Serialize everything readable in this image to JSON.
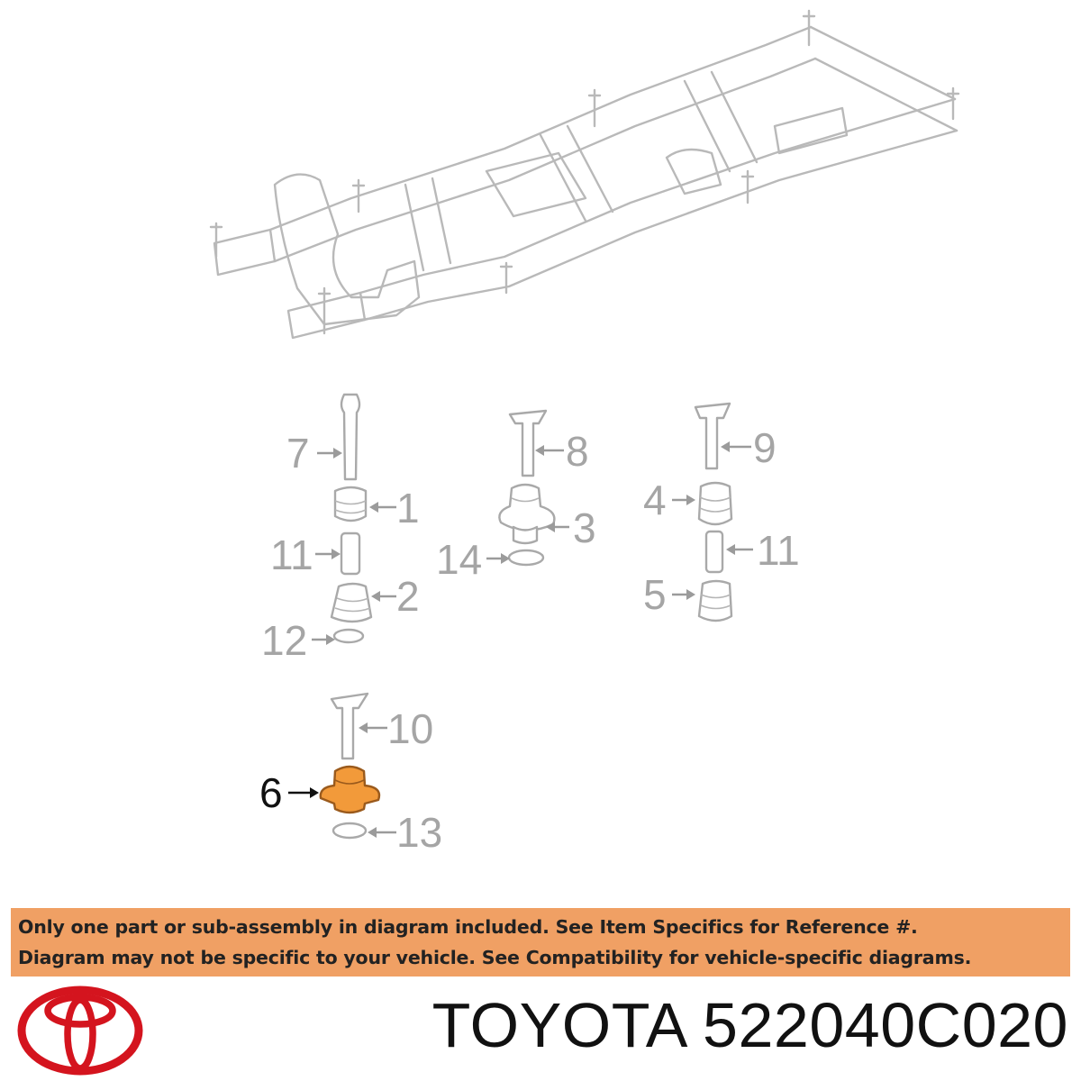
{
  "diagram": {
    "callouts": [
      {
        "id": "1",
        "label": "1"
      },
      {
        "id": "2",
        "label": "2"
      },
      {
        "id": "3",
        "label": "3"
      },
      {
        "id": "4",
        "label": "4"
      },
      {
        "id": "5",
        "label": "5"
      },
      {
        "id": "6",
        "label": "6",
        "highlighted": true
      },
      {
        "id": "7",
        "label": "7"
      },
      {
        "id": "8",
        "label": "8"
      },
      {
        "id": "9",
        "label": "9"
      },
      {
        "id": "10",
        "label": "10"
      },
      {
        "id": "11a",
        "label": "11"
      },
      {
        "id": "11b",
        "label": "11"
      },
      {
        "id": "12",
        "label": "12"
      },
      {
        "id": "13",
        "label": "13"
      },
      {
        "id": "14",
        "label": "14"
      }
    ],
    "colors": {
      "line": "#b9b9b9",
      "label": "#a5a5a5",
      "highlight": "#f29a3a"
    }
  },
  "banner": {
    "line1": "Only one part or sub-assembly in diagram included. See Item Specifics for Reference #.",
    "line2": "Diagram may not be specific to your vehicle. See Compatibility for vehicle-specific diagrams.",
    "color": "#f0a064"
  },
  "brand": {
    "logo_icon": "toyota-logo-icon",
    "logo_color": "#d4141e",
    "caption": "TOYOTA 522040C020"
  }
}
